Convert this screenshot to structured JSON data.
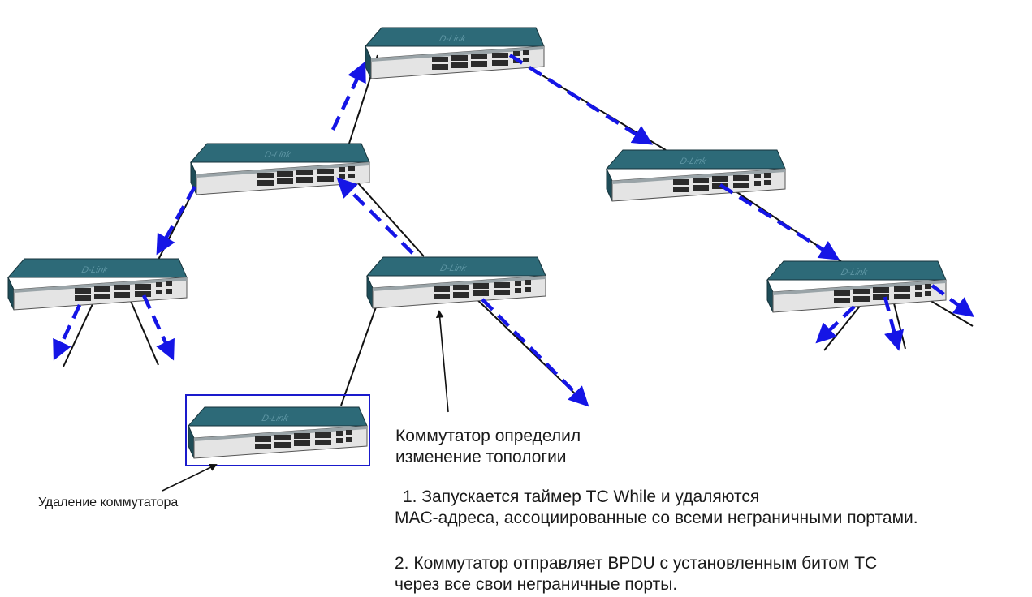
{
  "switch_brand": "D-Link",
  "labels": {
    "detected_line1": "Коммутатор определил",
    "detected_line2": "изменение топологии",
    "removal": "Удаление коммутатора",
    "step1_line1": "1. Запускается таймер TC While и удаляются",
    "step1_line2": "MAC-адреса, ассоциированные со всеми неграничными портами.",
    "step2_line1": "2. Коммутатор отправляет BPDU с установленным битом TC",
    "step2_line2": "через все свои неграничные порты."
  },
  "colors": {
    "switch_top": "#2d6a78",
    "switch_front": "#e4e4e4",
    "arrow_blue": "#1515e6",
    "highlight_box": "#1a1acc",
    "link": "#111111"
  }
}
